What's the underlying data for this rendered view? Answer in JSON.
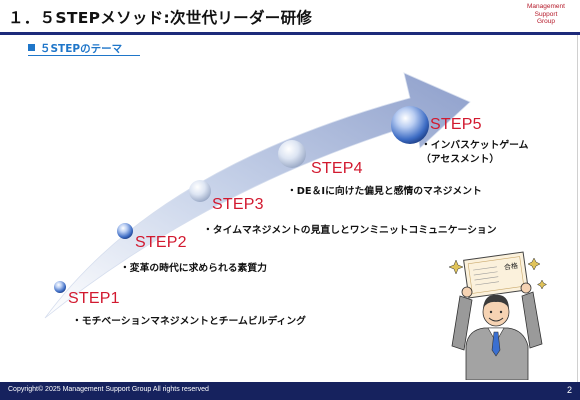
{
  "header": {
    "title": "１．５STEPメソッド:次世代リーダー研修",
    "logo_line1": "Management",
    "logo_line2": "Support",
    "logo_line3": "Group"
  },
  "subheading": "５STEPのテーマ",
  "steps": [
    {
      "label": "STEP1",
      "desc": "・モチベーションマネジメントとチームビルディング"
    },
    {
      "label": "STEP2",
      "desc": "・変革の時代に求められる素質力"
    },
    {
      "label": "STEP3",
      "desc": "・タイムマネジメントの見直しとワンミニットコミュニケーション"
    },
    {
      "label": "STEP4",
      "desc": "・DE＆Iに向けた偏見と感情のマネジメント"
    },
    {
      "label": "STEP5",
      "desc_line1": "・インバスケットゲーム",
      "desc_line2": "（アセスメント）"
    }
  ],
  "certificate_text": "合格",
  "footer": {
    "copyright": "Copyright© 2025 Management Support Group All rights reserved",
    "page_number": "2"
  },
  "colors": {
    "step_red": "#d2192f",
    "subheading_blue": "#1f76c9",
    "navy": "#16225e"
  },
  "icons": [
    "step-marker-sphere-icon",
    "businessman-holding-certificate-icon"
  ]
}
